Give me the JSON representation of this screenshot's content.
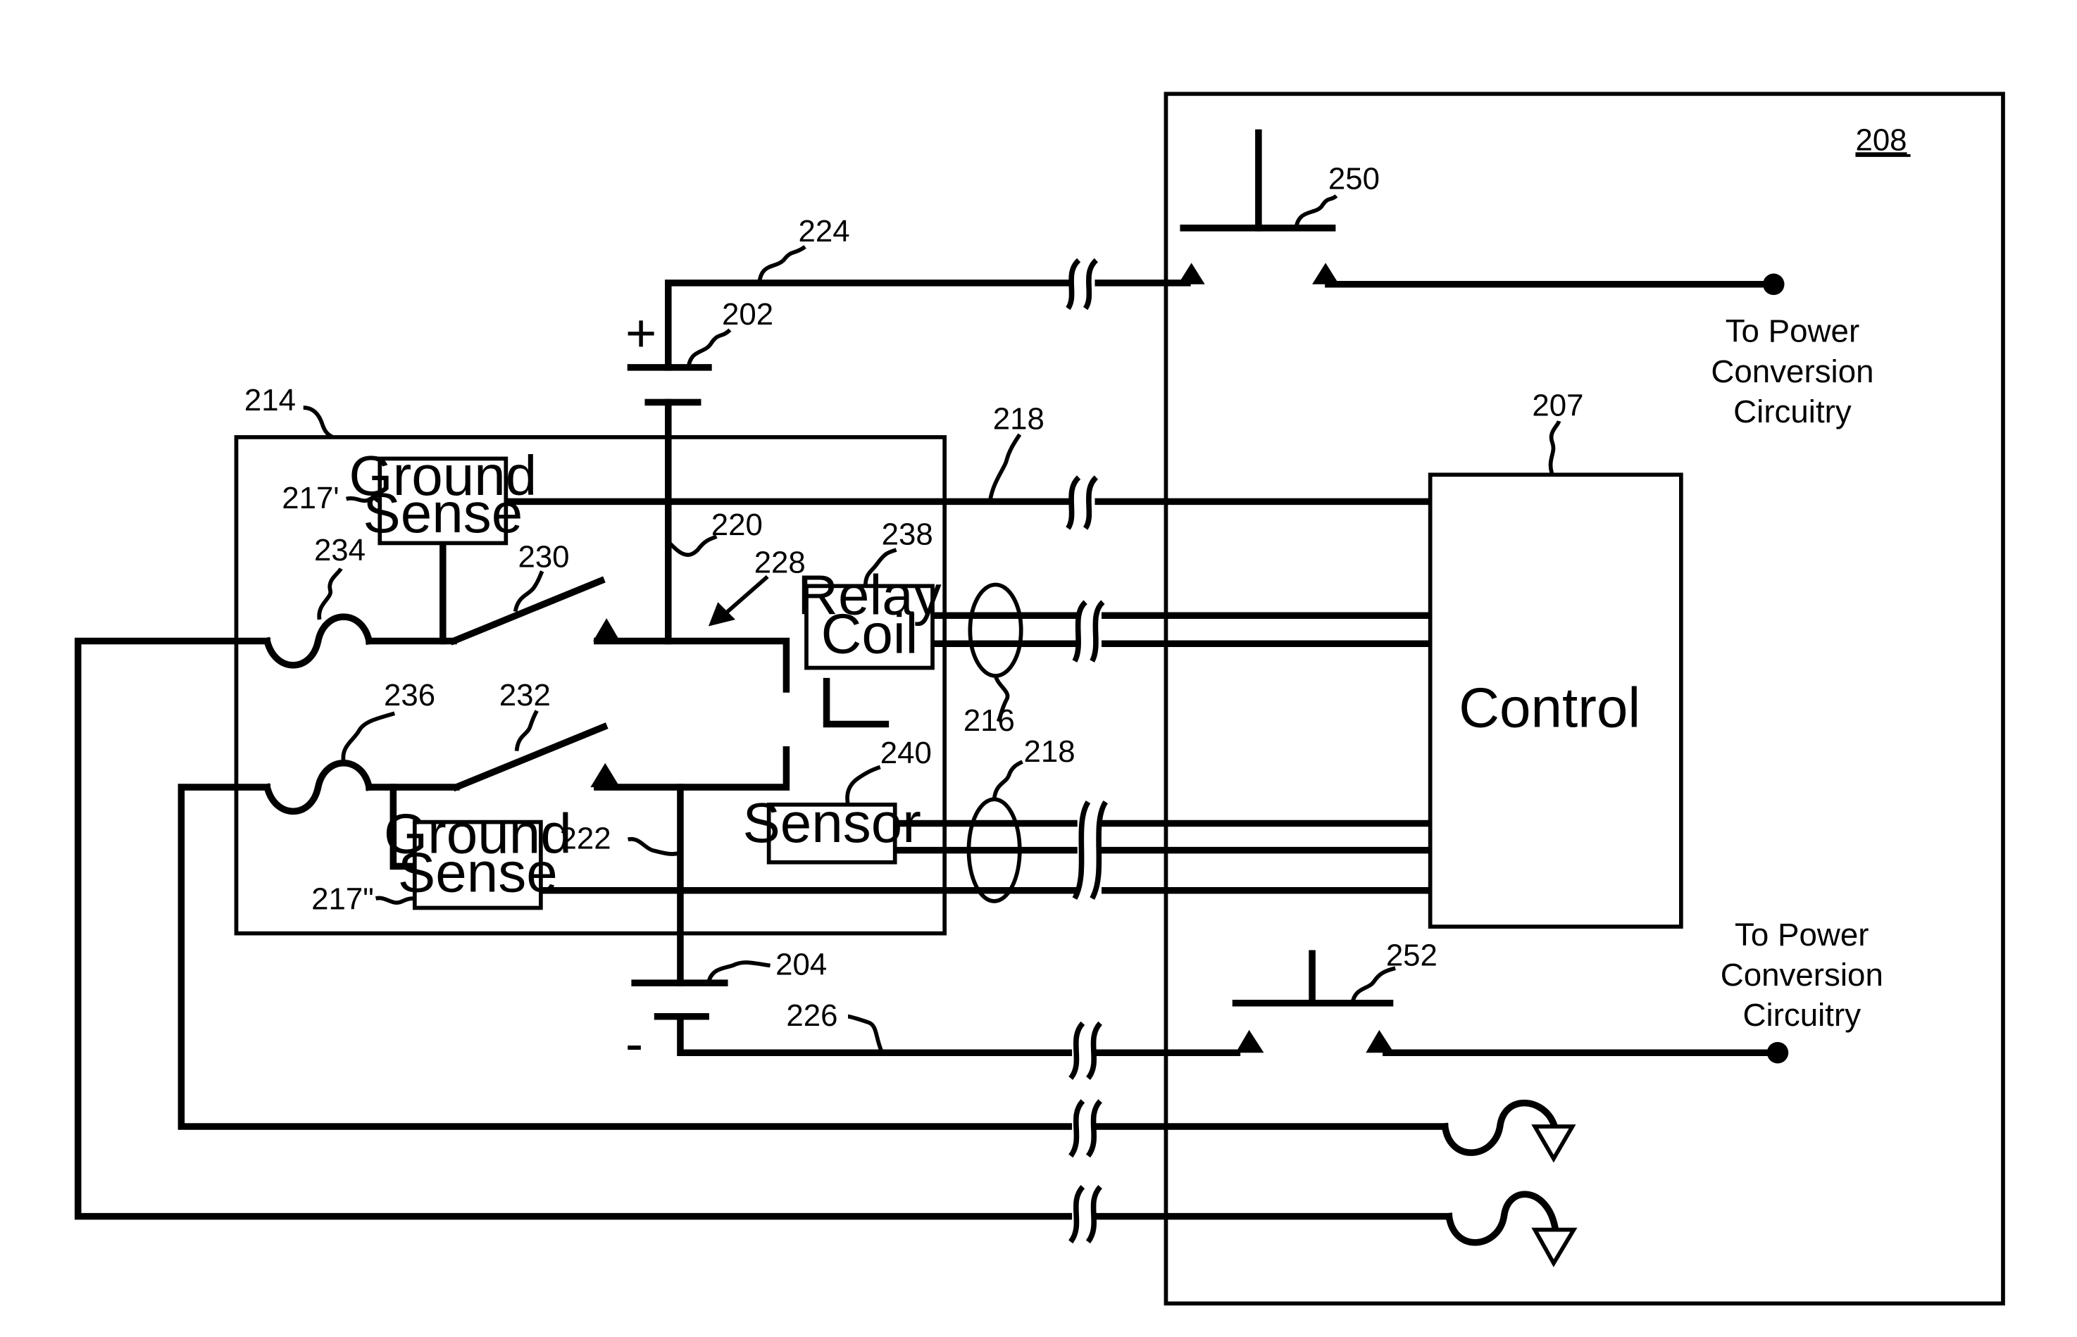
{
  "refs": {
    "r208": "208",
    "r250": "250",
    "r224": "224",
    "r202": "202",
    "r214": "214",
    "r218a": "218",
    "r207": "207",
    "r217a": "217'",
    "r234": "234",
    "r230": "230",
    "r220": "220",
    "r228": "228",
    "r238": "238",
    "r216": "216",
    "r236": "236",
    "r232": "232",
    "r240": "240",
    "r218b": "218",
    "r222": "222",
    "r217b": "217\"",
    "r204": "204",
    "r226": "226",
    "r252": "252"
  },
  "labels": {
    "plus": "+",
    "minus": "-",
    "ground_sense_1": [
      "Ground",
      "Sense"
    ],
    "ground_sense_2": [
      "Ground",
      "Sense"
    ],
    "relay_coil": [
      "Relay",
      "Coil"
    ],
    "sensor": "Sensor",
    "control": "Control",
    "power_conversion_1": [
      "To Power",
      "Conversion",
      "Circuitry"
    ],
    "power_conversion_2": [
      "To Power",
      "Conversion",
      "Circuitry"
    ]
  }
}
